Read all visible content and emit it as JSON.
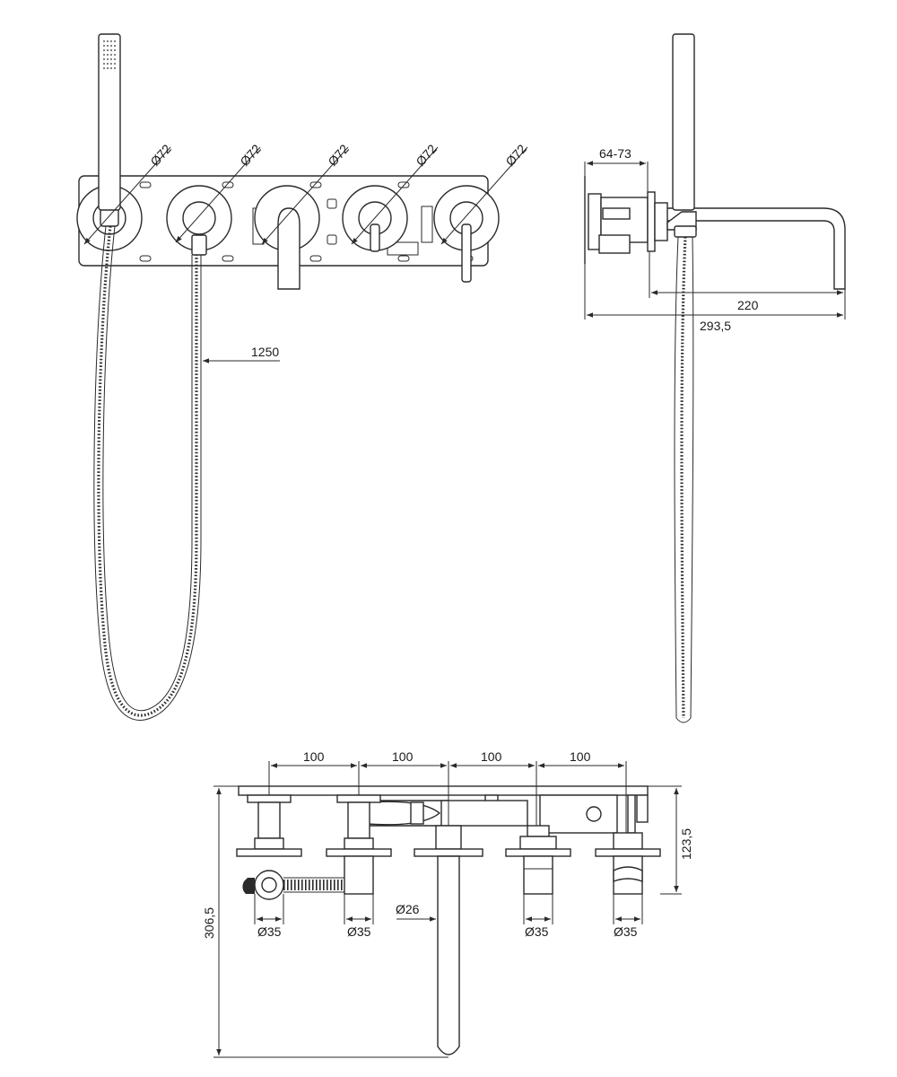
{
  "front_view": {
    "diameters": [
      "Ø72",
      "Ø72",
      "Ø72",
      "Ø72",
      "Ø72"
    ],
    "hose_length": "1250"
  },
  "side_view": {
    "wall_depth": "64-73",
    "spout_reach": "220",
    "total_depth": "293,5"
  },
  "top_view": {
    "spacings": [
      "100",
      "100",
      "100",
      "100"
    ],
    "height": "123,5",
    "total_length": "306,5",
    "base_diameters": [
      "Ø35",
      "Ø35",
      "Ø35",
      "Ø35"
    ],
    "spout_diameter": "Ø26"
  }
}
